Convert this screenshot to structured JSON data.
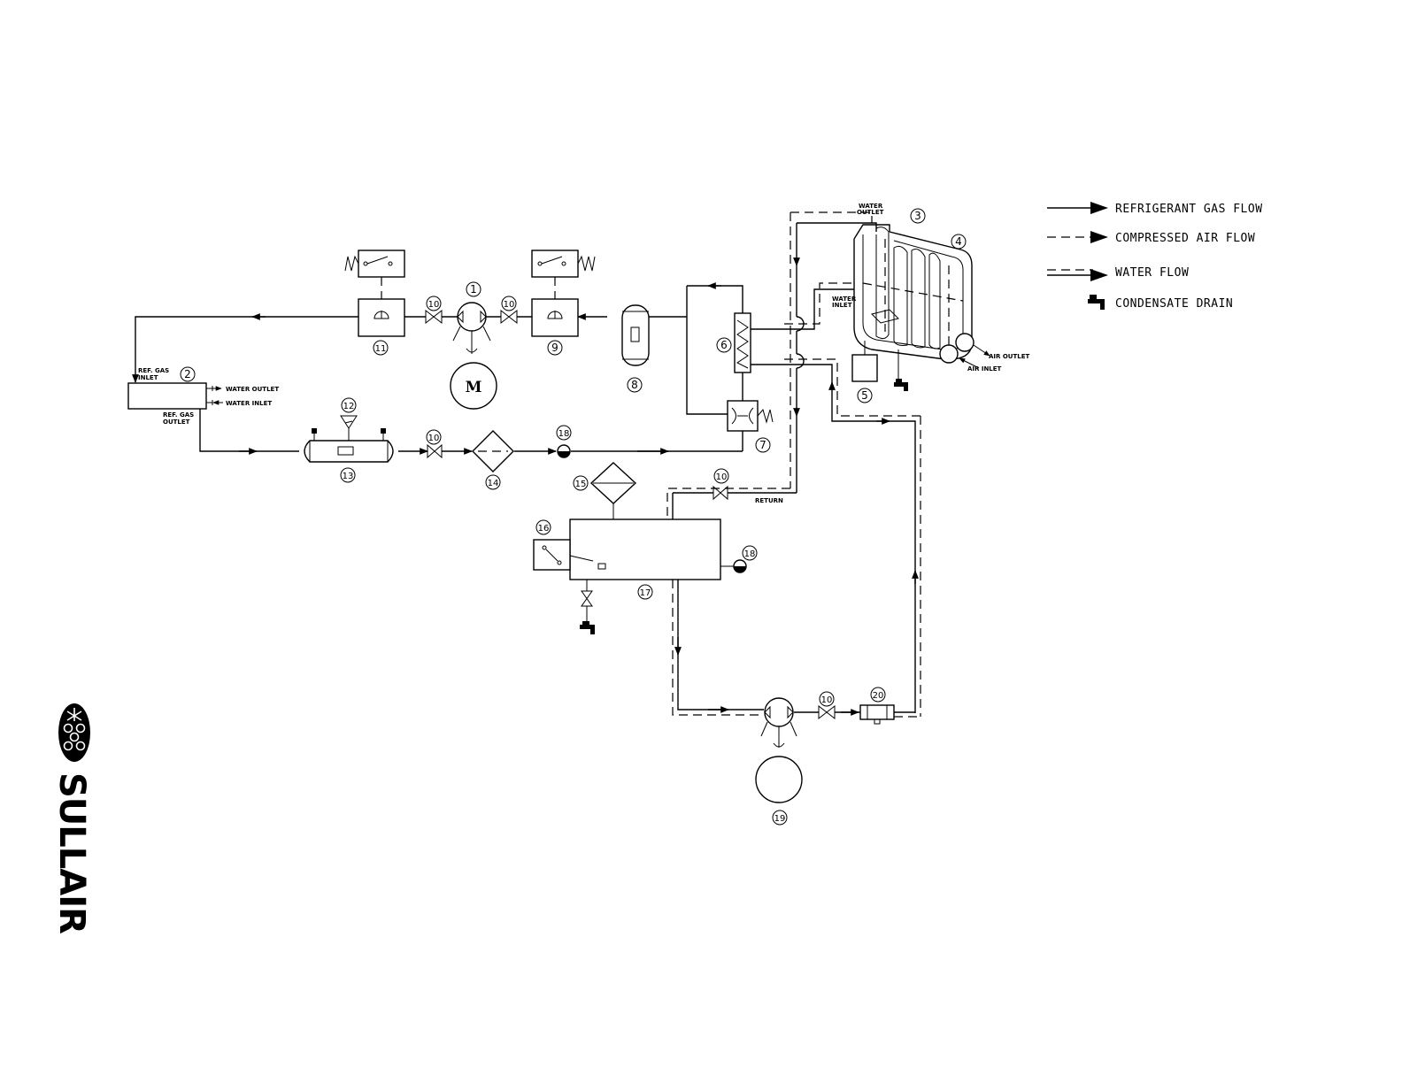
{
  "legend": {
    "items": [
      {
        "label": "REFRIGERANT GAS FLOW"
      },
      {
        "label": "COMPRESSED AIR FLOW"
      },
      {
        "label": "WATER FLOW"
      },
      {
        "label": "CONDENSATE DRAIN"
      }
    ]
  },
  "labels": {
    "ref_gas_inlet_1": "REF. GAS",
    "ref_gas_inlet_2": "INLET",
    "ref_gas_outlet_1": "REF. GAS",
    "ref_gas_outlet_2": "OUTLET",
    "cond_water_outlet": "WATER OUTLET",
    "cond_water_inlet": "WATER INLET",
    "evap_water_outlet_1": "WATER",
    "evap_water_outlet_2": "OUTLET",
    "evap_water_inlet_1": "WATER",
    "evap_water_inlet_2": "INLET",
    "air_outlet": "AIR OUTLET",
    "air_inlet": "AIR INLET",
    "return": "RETURN",
    "motor": "M"
  },
  "components": {
    "c1": "1",
    "c2": "2",
    "c3": "3",
    "c4": "4",
    "c5": "5",
    "c6": "6",
    "c7": "7",
    "c8": "8",
    "c9": "9",
    "c10a": "10",
    "c10b": "10",
    "c10c": "10",
    "c10d": "10",
    "c10e": "10",
    "c11": "11",
    "c12": "12",
    "c13": "13",
    "c14": "14",
    "c15": "15",
    "c16": "16",
    "c17": "17",
    "c18a": "18",
    "c18b": "18",
    "c19": "19",
    "c20": "20"
  },
  "logo": {
    "text": "SULLAIR"
  }
}
